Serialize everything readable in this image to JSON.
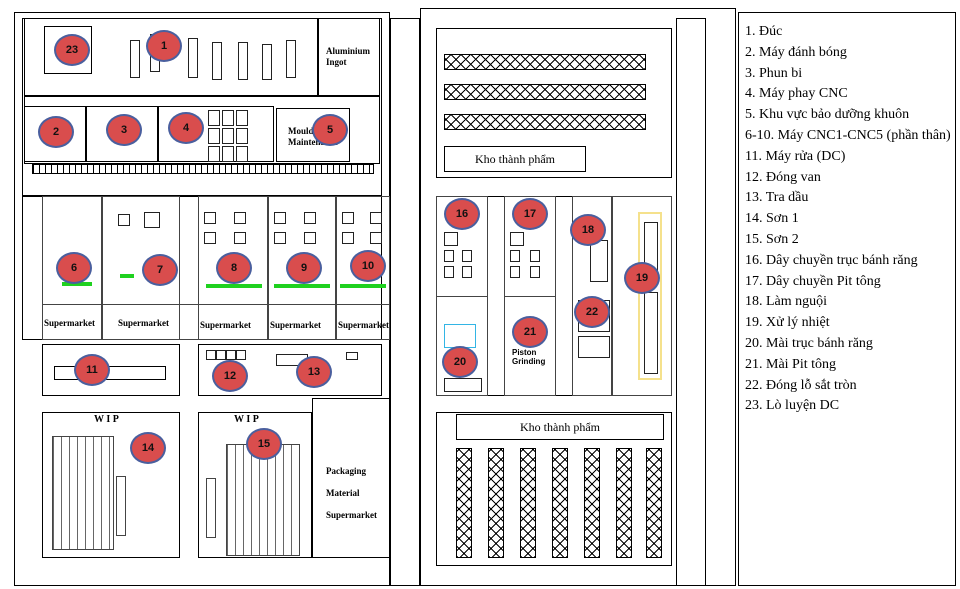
{
  "areas": {
    "aluminium_ingot": "Aluminium Ingot",
    "mould_maintenance": "Mould Maintenance",
    "supermarket": "Supermarket",
    "piston_grinding": "Piston Grinding",
    "wip": "W I P",
    "packaging": "Packaging Material Supermarket",
    "finished_goods": "Kho thành phẩm"
  },
  "markers": [
    "1",
    "2",
    "3",
    "4",
    "5",
    "6",
    "7",
    "8",
    "9",
    "10",
    "11",
    "12",
    "13",
    "14",
    "15",
    "16",
    "17",
    "18",
    "19",
    "20",
    "21",
    "22",
    "23"
  ],
  "legend": [
    "1. Đúc",
    "2. Máy đánh bóng",
    "3. Phun bi",
    "4. Máy phay CNC",
    "5. Khu vực bảo dưỡng khuôn",
    "6-10. Máy CNC1-CNC5 (phần thân)",
    "11. Máy rửa (DC)",
    "12. Đóng van",
    "13. Tra dầu",
    "14. Sơn 1",
    "15. Sơn 2",
    "16. Dây chuyền trục bánh răng",
    "17. Dây chuyền Pit tông",
    "18. Làm nguội",
    "19. Xử lý nhiệt",
    "20. Mài trục bánh răng",
    "21. Mài Pit tông",
    "22. Đóng lỗ sắt tròn",
    "23. Lò luyện DC"
  ],
  "colors": {
    "marker_fill": "#d94d4d",
    "marker_border": "#4a5f9e",
    "conveyor": "#1fd11f"
  }
}
